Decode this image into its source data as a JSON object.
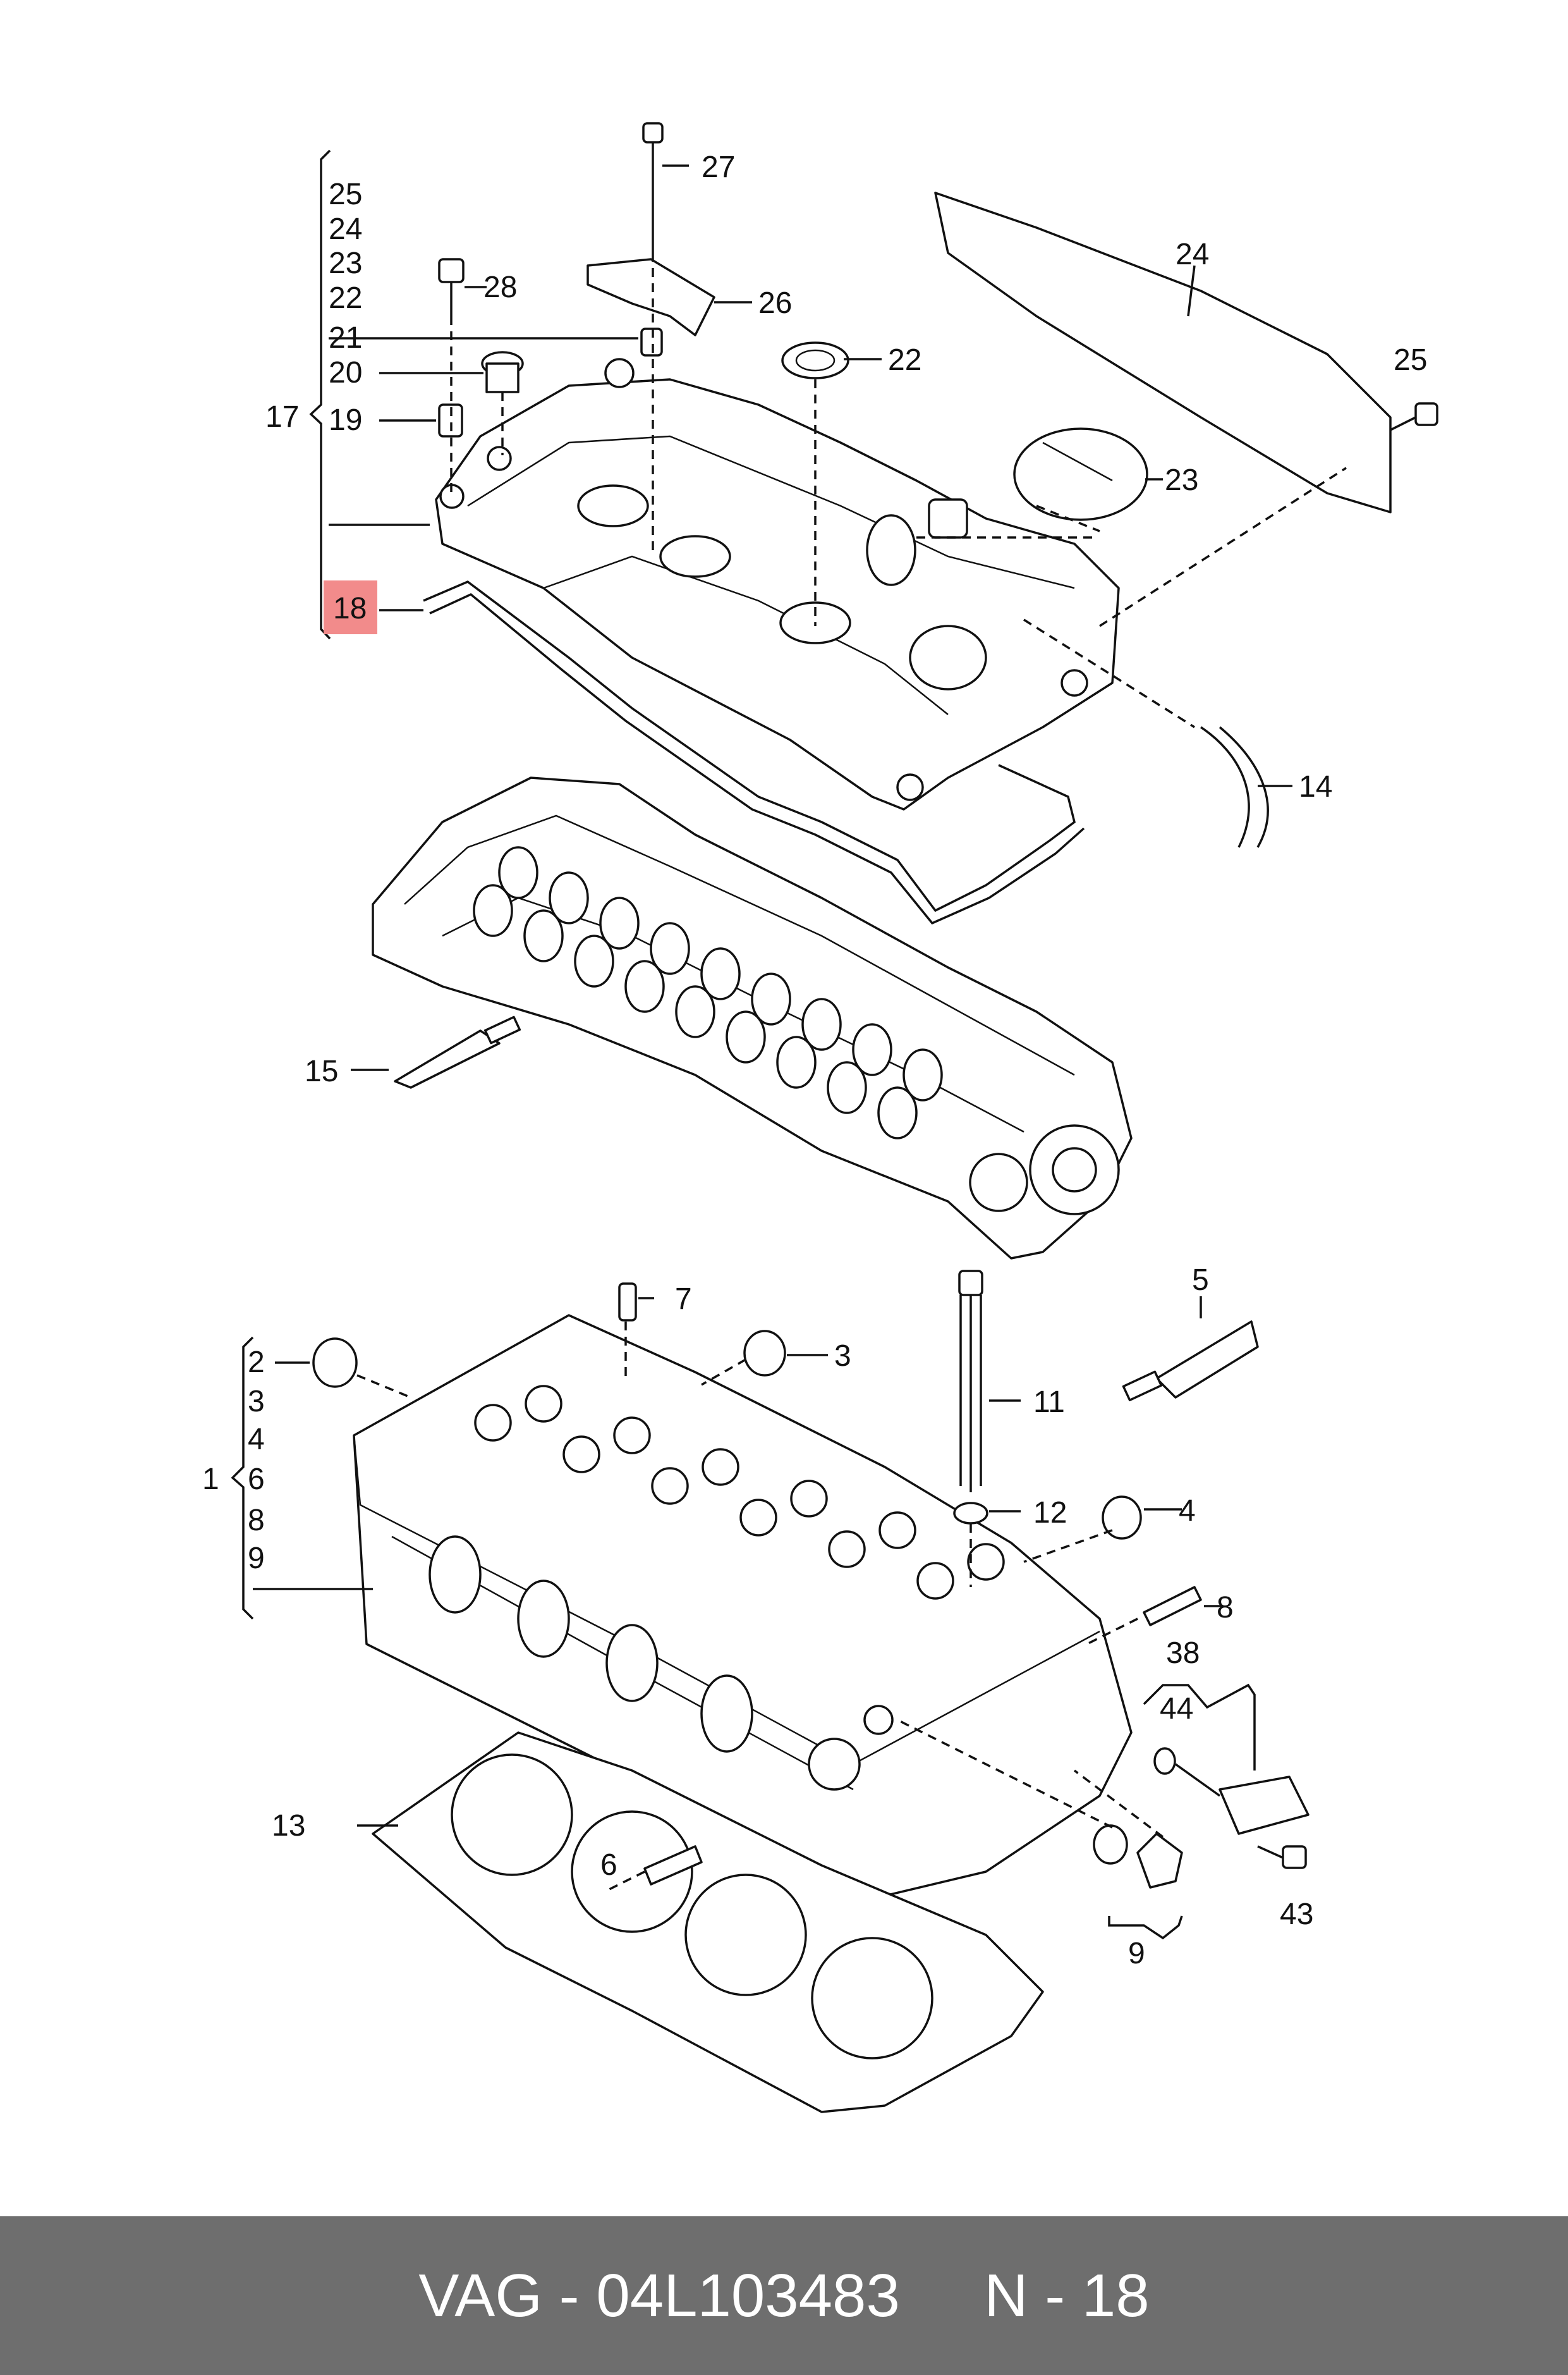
{
  "labels": {
    "l1": "1",
    "l2": "2",
    "l3": "3",
    "l3b": "3",
    "l4": "4",
    "l4b": "4",
    "l5": "5",
    "l6": "6",
    "l6b": "6",
    "l7": "7",
    "l8": "8",
    "l8b": "8",
    "l9": "9",
    "l9b": "9",
    "l11": "11",
    "l12": "12",
    "l13": "13",
    "l14": "14",
    "l15": "15",
    "l17": "17",
    "l18": "18",
    "l19": "19",
    "l20": "20",
    "l21": "21",
    "l22": "22",
    "l22b": "22",
    "l23": "23",
    "l23b": "23",
    "l24": "24",
    "l24b": "24",
    "l25": "25",
    "l25b": "25",
    "l26": "26",
    "l27": "27",
    "l28": "28",
    "l38": "38",
    "l43": "43",
    "l44": "44"
  },
  "highlight_color": "#f28b8b",
  "footer": {
    "brand": "VAG",
    "separator": " - ",
    "part_number": "04L103483",
    "gap": "     ",
    "position": "N - 18"
  }
}
